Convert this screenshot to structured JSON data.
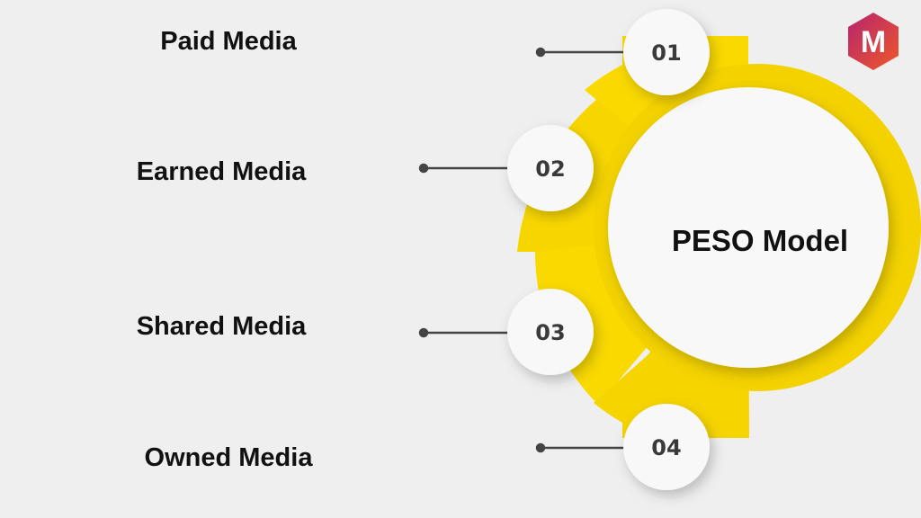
{
  "title": "PESO Model",
  "items": [
    {
      "number": "01",
      "label": "Paid Media"
    },
    {
      "number": "02",
      "label": "Earned Media"
    },
    {
      "number": "03",
      "label": "Shared Media"
    },
    {
      "number": "04",
      "label": "Owned Media"
    }
  ],
  "logo": {
    "letter": "M"
  },
  "colors": {
    "accent": "#f9d900",
    "background": "#efefef",
    "logo_start": "#b5246e",
    "logo_end": "#f0582a"
  }
}
